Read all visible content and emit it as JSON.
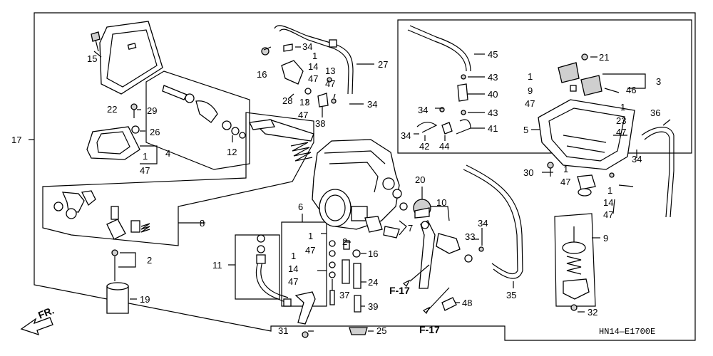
{
  "callouts": {
    "c15": "15",
    "c22": "22",
    "c29": "29",
    "c26": "26",
    "c4": "4",
    "c4a": "1",
    "c4b": "47",
    "c17": "17",
    "c12": "12",
    "c34a": "34",
    "c16a": "16",
    "c1a": "1",
    "c14a": "14",
    "c47a": "47",
    "c13a": "13",
    "c47b": "47",
    "c28": "28",
    "c13b": "13",
    "c47c": "47",
    "c38": "38",
    "c27": "27",
    "c34b": "34",
    "c45": "45",
    "c43a": "43",
    "c40": "40",
    "c43b": "43",
    "c41": "41",
    "c34c": "34",
    "c42": "42",
    "c44": "44",
    "c34d": "34",
    "c21": "21",
    "c3": "3",
    "c46": "46",
    "c1b": "1",
    "c9a": "9",
    "c47d": "47",
    "c36": "36",
    "c5": "5",
    "c1c": "1",
    "c23": "23",
    "c47e": "47",
    "c34e": "34",
    "c30": "30",
    "c1d": "1",
    "c47f": "47",
    "c1e": "1",
    "c14b": "14",
    "c47g": "47",
    "c8": "8",
    "c2": "2",
    "c11": "11",
    "c19": "19",
    "c6": "6",
    "c1f": "1",
    "c47h": "47",
    "c1g": "1",
    "c14c": "14",
    "c47i": "47",
    "c2b": "2",
    "c16b": "16",
    "c24": "24",
    "c37": "37",
    "c39": "39",
    "c7": "7",
    "c20": "20",
    "c10": "10",
    "c33": "33",
    "c34f": "34",
    "c35": "35",
    "c48": "48",
    "c9b": "9",
    "c32": "32",
    "c31": "31",
    "c25": "25"
  },
  "refs": {
    "f17a": "F-17",
    "f17b": "F-17"
  },
  "front_arrow_label": "FR.",
  "diagram_code": "HN14—E1700E"
}
